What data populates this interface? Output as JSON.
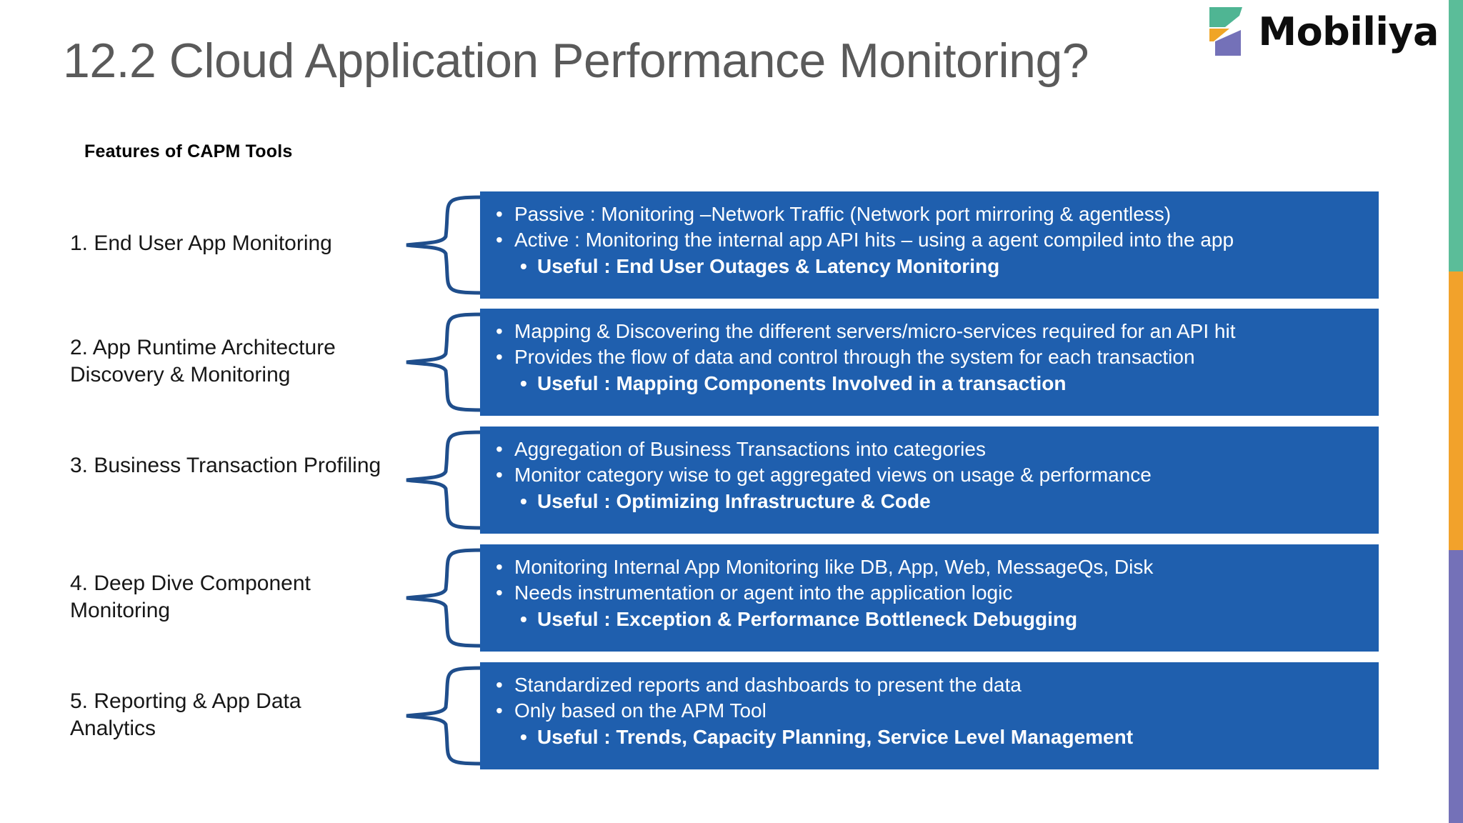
{
  "slide": {
    "title": "12.2 Cloud Application Performance Monitoring?",
    "subtitle": "Features of CAPM Tools",
    "title_color": "#5a5a5a",
    "box_color": "#1F5FAE",
    "brace_color": "#1F4E8C"
  },
  "brand": {
    "name": "Mobiliya",
    "mark_colors": {
      "teal": "#4FB593",
      "orange": "#F0A526",
      "purple": "#7471B8"
    }
  },
  "edge_stripe": {
    "teal": "#5BBD99",
    "orange": "#F2A22B",
    "purple": "#7471B8"
  },
  "rows": [
    {
      "label": "1. End User App Monitoring",
      "bullets": [
        {
          "text": "Passive : Monitoring –Network Traffic (Network port mirroring & agentless)",
          "level": 1
        },
        {
          "text": "Active : Monitoring the internal app API hits – using a agent compiled into the app",
          "level": 1
        },
        {
          "text": "Useful : End User Outages & Latency Monitoring",
          "level": 2
        }
      ]
    },
    {
      "label": "2. App Runtime Architecture Discovery & Monitoring",
      "bullets": [
        {
          "text": "Mapping & Discovering the different servers/micro-services required for an API hit",
          "level": 1
        },
        {
          "text": "Provides the flow of data and control through the system for each transaction",
          "level": 1
        },
        {
          "text": "Useful : Mapping Components Involved in a transaction",
          "level": 2
        }
      ]
    },
    {
      "label": "3. Business Transaction Profiling",
      "bullets": [
        {
          "text": "Aggregation of Business Transactions into categories",
          "level": 1
        },
        {
          "text": "Monitor category wise to get aggregated views on usage & performance",
          "level": 1
        },
        {
          "text": "Useful : Optimizing Infrastructure & Code",
          "level": 2
        }
      ]
    },
    {
      "label": "4. Deep Dive Component Monitoring",
      "bullets": [
        {
          "text": "Monitoring Internal App Monitoring like DB, App, Web, MessageQs, Disk",
          "level": 1
        },
        {
          "text": "Needs instrumentation or agent into the application logic",
          "level": 1
        },
        {
          "text": "Useful : Exception & Performance Bottleneck Debugging",
          "level": 2
        }
      ]
    },
    {
      "label": "5. Reporting & App Data Analytics",
      "bullets": [
        {
          "text": "Standardized reports and dashboards to present the data",
          "level": 1
        },
        {
          "text": "Only based on the APM Tool",
          "level": 1
        },
        {
          "text": "Useful : Trends, Capacity Planning, Service Level Management",
          "level": 2
        }
      ]
    }
  ],
  "bullet_glyph": "•"
}
